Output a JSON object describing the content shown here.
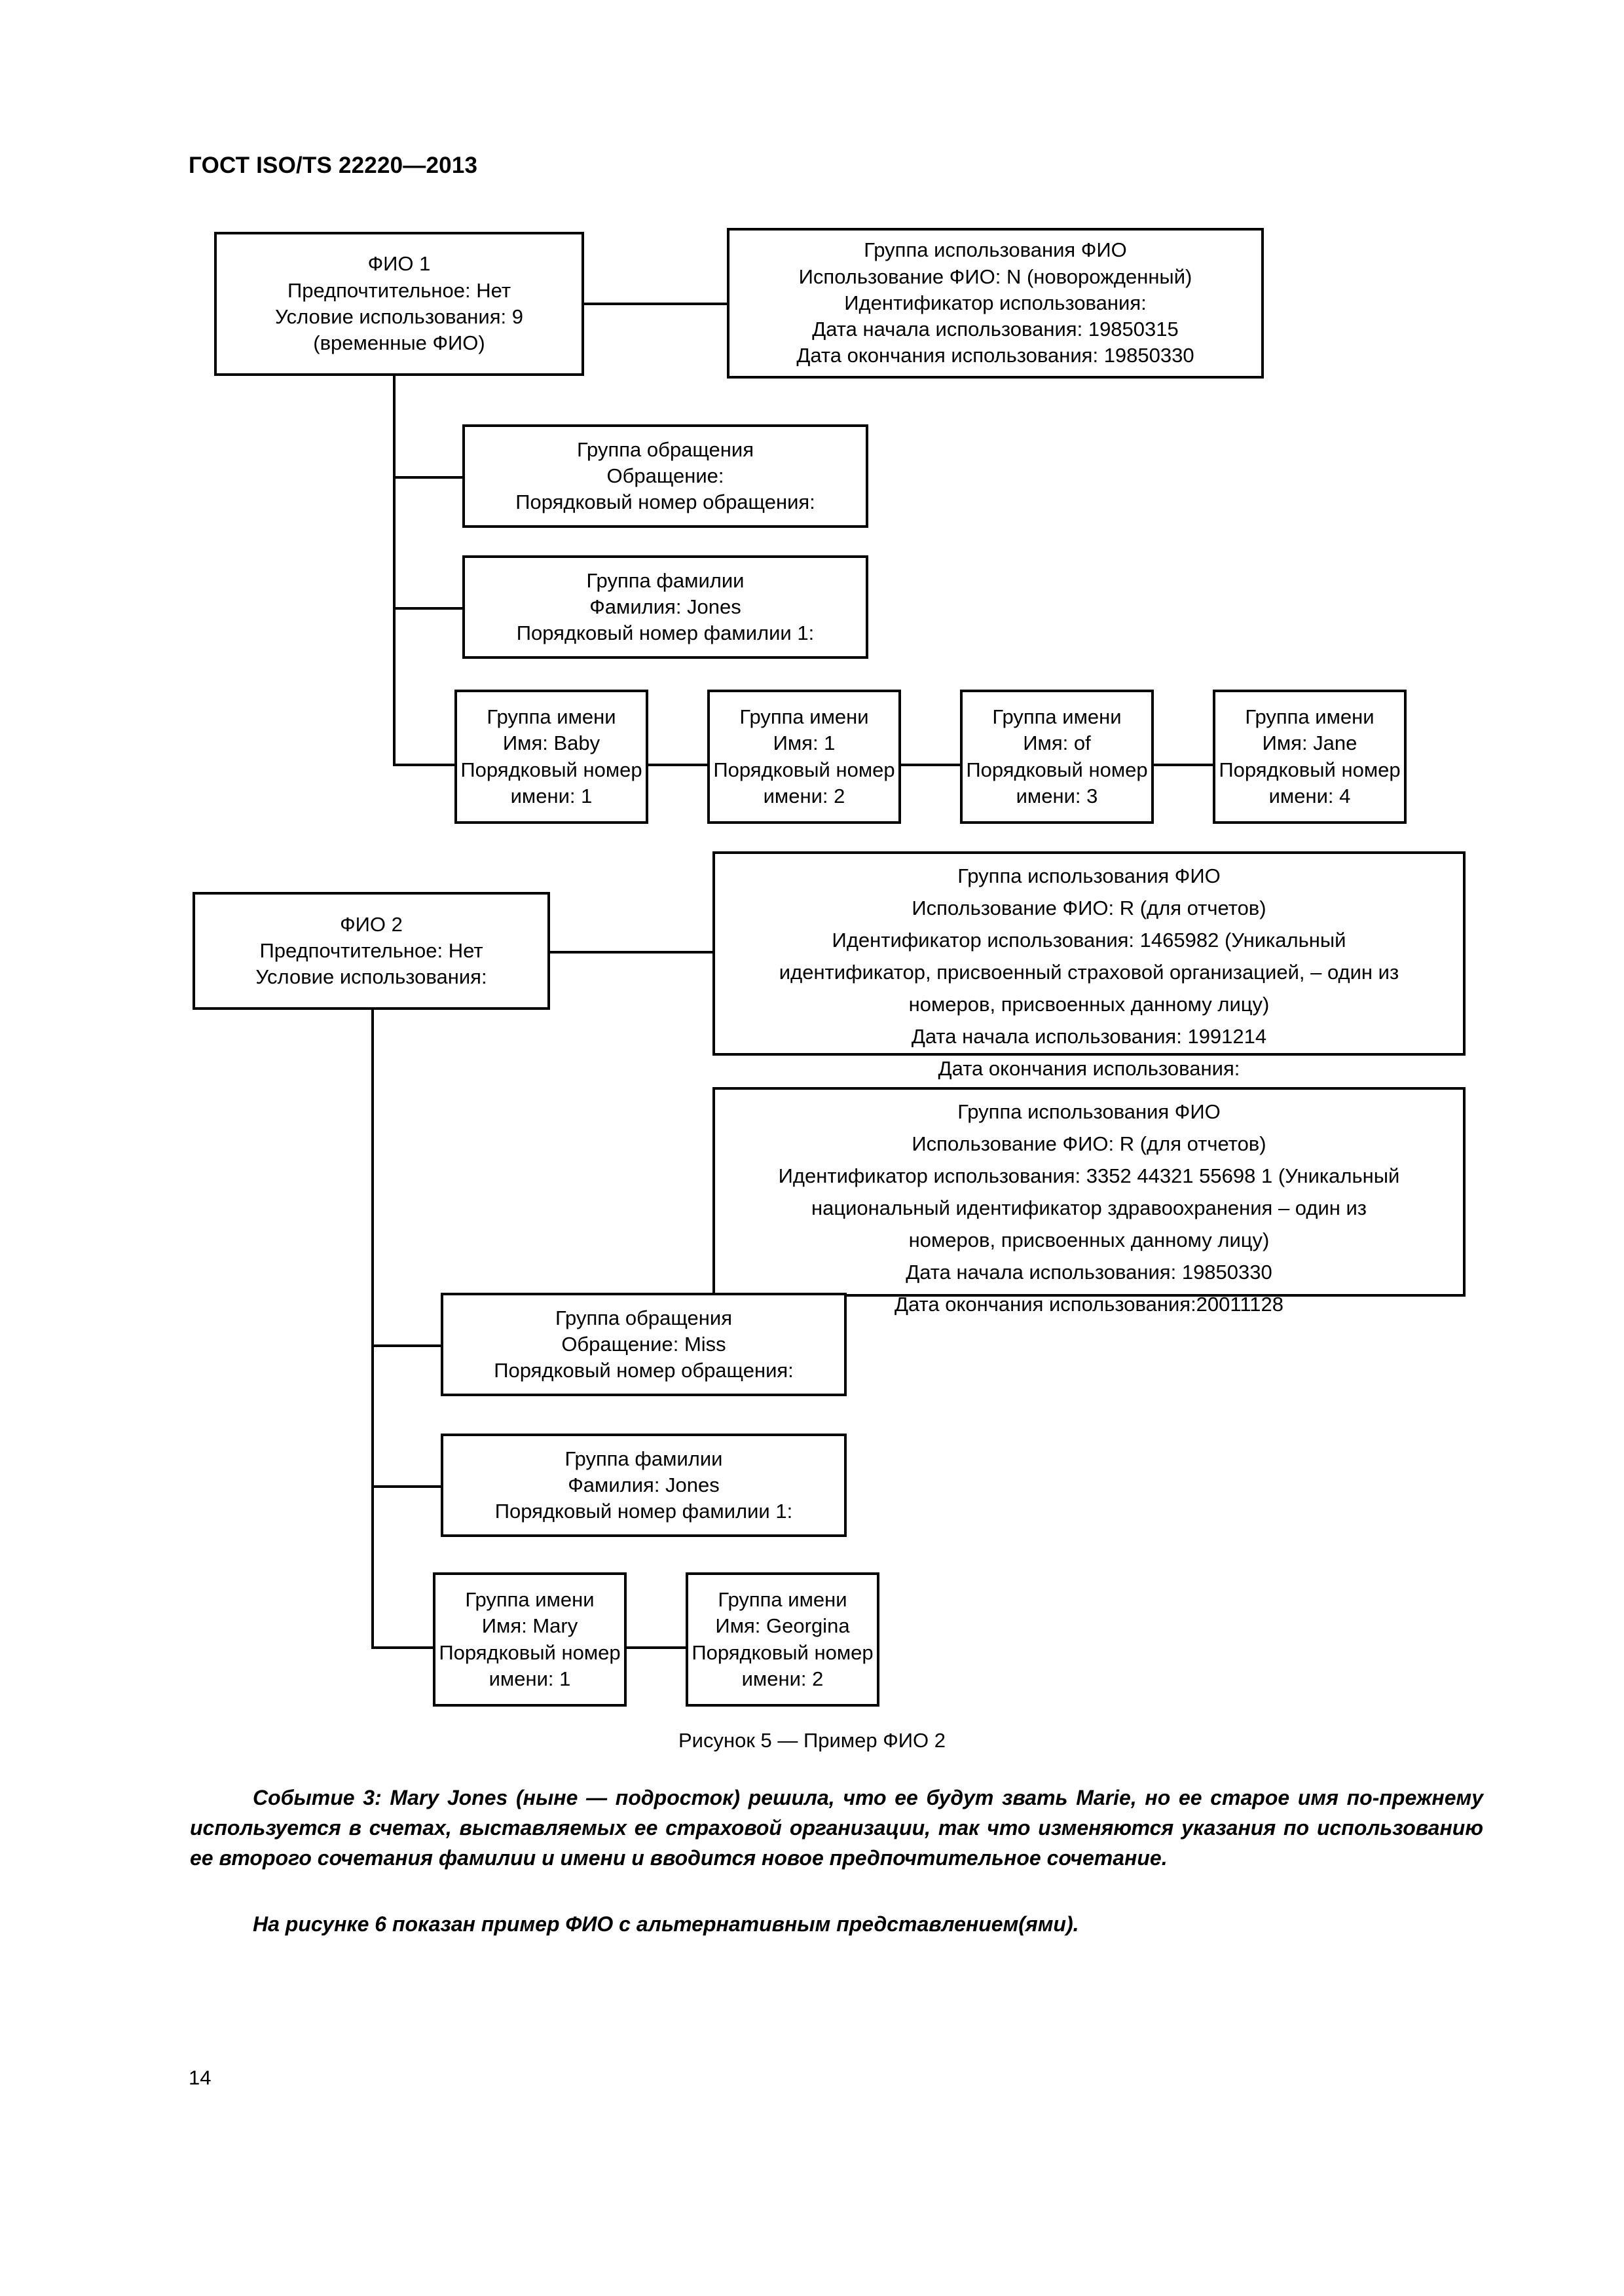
{
  "header": {
    "standard_ref": "ГОСТ ISO/TS 22220—2013"
  },
  "page_number": "14",
  "figure": {
    "caption": "Рисунок 5 — Пример ФИО 2"
  },
  "diagram1": {
    "root": {
      "l1": "ФИО 1",
      "l2": "Предпочтительное: Нет",
      "l3": "Условие использования: 9",
      "l4": "(временные ФИО)"
    },
    "usage_group": {
      "l1": "Группа использования ФИО",
      "l2": "Использование ФИО: N (новорожденный)",
      "l3": "Идентификатор использования:",
      "l4": "Дата начала использования: 19850315",
      "l5": "Дата окончания использования: 19850330"
    },
    "title_group": {
      "l1": "Группа обращения",
      "l2": "Обращение:",
      "l3": "Порядковый номер обращения:"
    },
    "family_group": {
      "l1": "Группа фамилии",
      "l2": "Фамилия: Jones",
      "l3": "Порядковый номер фамилии 1:"
    },
    "given_groups": [
      {
        "l1": "Группа имени",
        "l2": "Имя: Baby",
        "l3": "Порядковый номер",
        "l4": "имени: 1"
      },
      {
        "l1": "Группа имени",
        "l2": "Имя: 1",
        "l3": "Порядковый номер",
        "l4": "имени: 2"
      },
      {
        "l1": "Группа имени",
        "l2": "Имя: of",
        "l3": "Порядковый номер",
        "l4": "имени: 3"
      },
      {
        "l1": "Группа имени",
        "l2": "Имя: Jane",
        "l3": "Порядковый номер",
        "l4": "имени: 4"
      }
    ]
  },
  "diagram2": {
    "root": {
      "l1": "ФИО 2",
      "l2": "Предпочтительное: Нет",
      "l3": "Условие использования:"
    },
    "usage_group_1": {
      "text": "Группа использования ФИО Использование ФИО: R (для отчетов) Идентификатор использования: 1465982 (Уникальный идентификатор, присвоенный страховой организацией, – один из номеров, присвоенных данному лицу) Дата начала использования: 1991214 Дата окончания использования:",
      "l1": "Группа использования ФИО",
      "l2": "Использование ФИО: R (для отчетов)",
      "l3": "Идентификатор использования: 1465982 (Уникальный",
      "l4": "идентификатор, присвоенный страховой организацией, – один из",
      "l5": "номеров, присвоенных данному лицу)",
      "l6": "Дата начала использования: 1991214",
      "l7": "Дата окончания использования:"
    },
    "usage_group_2": {
      "l1": "Группа использования ФИО",
      "l2": "Использование ФИО: R (для отчетов)",
      "l3": "Идентификатор использования: 3352 44321 55698 1 (Уникальный",
      "l4": "национальный идентификатор здравоохранения – один из",
      "l5": "номеров, присвоенных данному лицу)",
      "l6": "Дата начала использования: 19850330",
      "l7": "Дата окончания использования:20011128"
    },
    "title_group": {
      "l1": "Группа обращения",
      "l2": "Обращение: Miss",
      "l3": "Порядковый номер обращения:"
    },
    "family_group": {
      "l1": "Группа фамилии",
      "l2": "Фамилия: Jones",
      "l3": "Порядковый номер фамилии 1:"
    },
    "given_groups": [
      {
        "l1": "Группа имени",
        "l2": "Имя: Mary",
        "l3": "Порядковый номер",
        "l4": "имени: 1"
      },
      {
        "l1": "Группа имени",
        "l2": "Имя: Georgina",
        "l3": "Порядковый номер",
        "l4": "имени: 2"
      }
    ]
  },
  "body": {
    "paragraph_1": "Событие 3: Mary Jones (ныне — подросток) решила, что ее будут звать Marie, но ее старое имя по-прежнему используется в счетах, выставляемых ее страховой организации, так что изменяются указания по использованию ее второго сочетания фамилии и имени и вводится новое предпочтительное сочетание.",
    "paragraph_2": "На рисунке 6 показан пример ФИО с альтернативным представлением(ями)."
  }
}
